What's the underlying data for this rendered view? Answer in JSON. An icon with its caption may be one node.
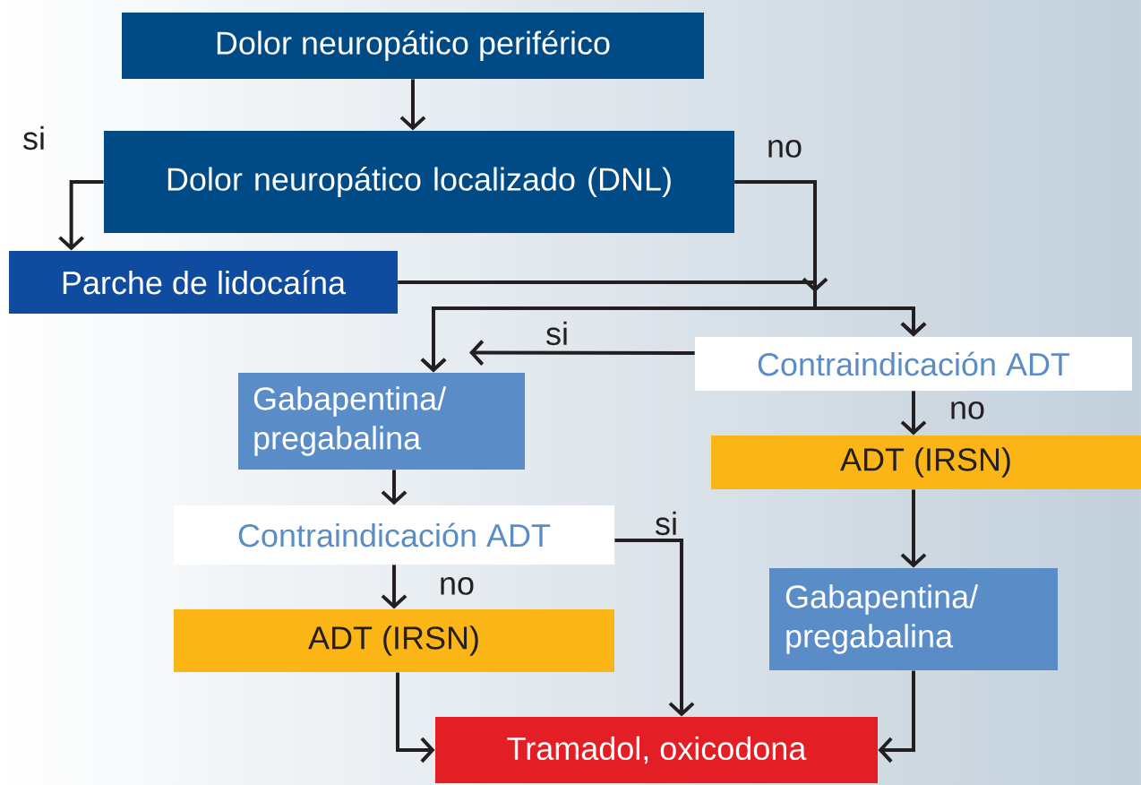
{
  "diagram": {
    "nodes": [
      {
        "text": [
          "Dolor neuropático periférico"
        ]
      },
      {
        "text": [
          "Dolor neuropático localizado (DNL)"
        ]
      },
      {
        "text": [
          "Parche de lidocaína"
        ]
      },
      {
        "text": [
          "Gabapentina/ pregabalina"
        ]
      },
      {
        "text": [
          "Contraindicación ADT"
        ]
      },
      {
        "text": [
          "ADT (IRSN)"
        ]
      },
      {
        "text": [
          "Gabapentina/ pregabalina"
        ]
      },
      {
        "text": [
          "Contraindicación ADT"
        ]
      },
      {
        "text": [
          "ADT (IRSN)"
        ]
      },
      {
        "text": [
          "Tramadol, oxicodona"
        ]
      }
    ],
    "edges": [
      {
        "from": 0,
        "to": 1,
        "arrow": "to"
      },
      {
        "from": 1,
        "to": 2,
        "arrow": "to",
        "label": "si"
      },
      {
        "from": 1,
        "to": 3,
        "arrow": "to",
        "label": "no"
      },
      {
        "from": 1,
        "to": 4,
        "arrow": "to"
      },
      {
        "from": 2,
        "to": 3,
        "arrow": "to"
      },
      {
        "from": 2,
        "to": 4,
        "arrow": "to"
      },
      {
        "from": 4,
        "to": 3,
        "arrow": "to",
        "label": "si"
      },
      {
        "from": 4,
        "to": 5,
        "arrow": "to",
        "label": "no"
      },
      {
        "from": 5,
        "to": 6,
        "arrow": "to"
      },
      {
        "from": 3,
        "to": 7,
        "arrow": "to"
      },
      {
        "from": 7,
        "to": 8,
        "arrow": "to",
        "label": "no"
      },
      {
        "from": 7,
        "to": 9,
        "arrow": "to",
        "label": "si"
      },
      {
        "from": 8,
        "to": 9,
        "arrow": "to"
      },
      {
        "from": 6,
        "to": 9,
        "arrow": "to"
      }
    ]
  }
}
